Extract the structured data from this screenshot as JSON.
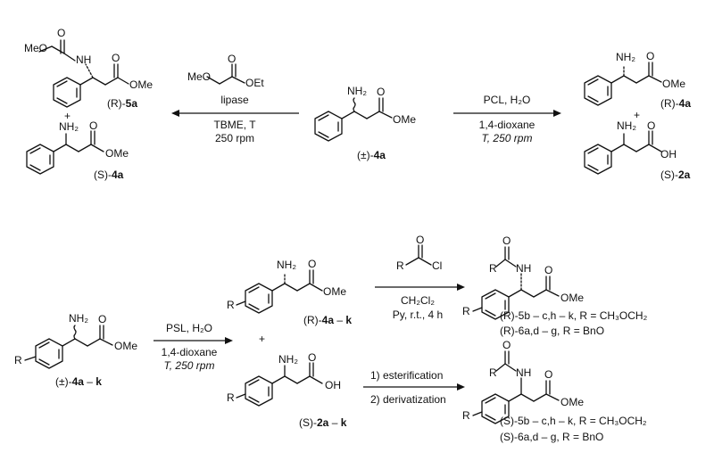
{
  "scheme_top": {
    "center_compound": {
      "label_prefix": "(±)-",
      "label_bold": "4a",
      "substituents": {
        "amine": "NH₂",
        "ester": "OMe"
      }
    },
    "left_reaction": {
      "reagent": {
        "left": "MeO",
        "right": "OEt"
      },
      "conditions": [
        "lipase",
        "TBME, T",
        "250 rpm"
      ],
      "products": [
        {
          "label_prefix": "(R)-",
          "label_bold": "5a",
          "groups": {
            "left": "MeO",
            "nh": "NH",
            "ester": "OMe"
          }
        },
        {
          "label_prefix": "(S)-",
          "label_bold": "4a",
          "groups": {
            "amine": "NH₂",
            "ester": "OMe"
          }
        }
      ]
    },
    "right_reaction": {
      "conditions": [
        "PCL, H₂O",
        "1,4-dioxane",
        "T, 250 rpm"
      ],
      "products": [
        {
          "label_prefix": "(R)-",
          "label_bold": "4a",
          "groups": {
            "amine": "NH₂",
            "ester": "OMe"
          }
        },
        {
          "label_prefix": "(S)-",
          "label_bold": "2a",
          "groups": {
            "amine": "NH₂",
            "acid": "OH"
          }
        }
      ]
    },
    "plus": "+"
  },
  "scheme_bottom": {
    "start": {
      "label_prefix": "(±)-",
      "label_bold": "4a",
      "label_mid": " – ",
      "label_bold2": "k",
      "groups": {
        "r": "R",
        "amine": "NH₂",
        "ester": "OMe"
      }
    },
    "hydrolysis_conditions": [
      "PSL, H₂O",
      "1,4-dioxane",
      "T, 250 rpm"
    ],
    "ester_product": {
      "label_prefix": "(R)-",
      "label_bold": "4a",
      "label_mid": " – ",
      "label_bold2": "k",
      "groups": {
        "r": "R",
        "amine": "NH₂",
        "ester": "OMe"
      }
    },
    "acid_product": {
      "label_prefix": "(S)-",
      "label_bold": "2a",
      "label_mid": " – ",
      "label_bold2": "k",
      "groups": {
        "r": "R",
        "amine": "NH₂",
        "acid": "OH"
      }
    },
    "acylation": {
      "reagent": {
        "r": "R",
        "cl": "Cl"
      },
      "conditions": [
        "CH₂Cl₂",
        "Py, r.t., 4 h"
      ]
    },
    "esterification": {
      "steps": [
        "1) esterification",
        "2) derivatization"
      ]
    },
    "r_amides": {
      "groups": {
        "r": "R",
        "nh": "NH",
        "ester": "OMe",
        "ar": "R"
      },
      "lines": [
        "(R)-5b – c,h – k, R = CH₃OCH₂",
        "(R)-6a,d – g, R = BnO"
      ]
    },
    "s_amides": {
      "groups": {
        "r": "R",
        "nh": "NH",
        "ester": "OMe",
        "ar": "R"
      },
      "lines": [
        "(S)-5b – c,h – k, R = CH₃OCH₂",
        "(S)-6a,d – g, R = BnO"
      ]
    },
    "plus": "+"
  }
}
